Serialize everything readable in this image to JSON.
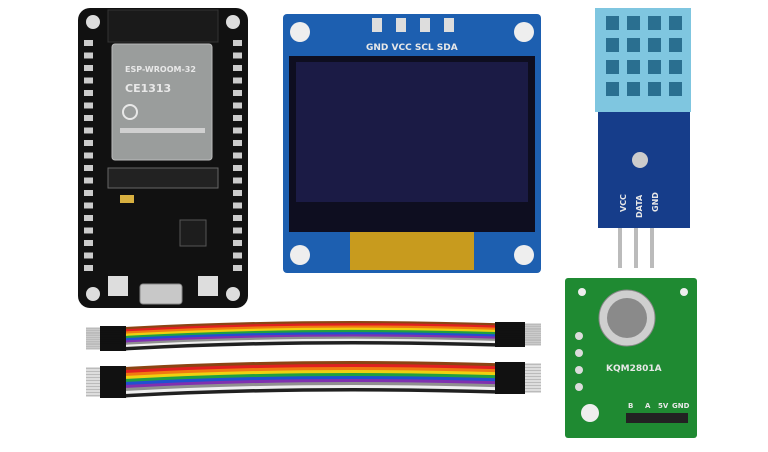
{
  "esp32": {
    "module_name": "ESP-WROOM-32",
    "cert": "CE1313",
    "color": "#111111"
  },
  "oled": {
    "pin_labels": "GND VCC SCL SDA",
    "board_color": "#1d5fb0",
    "screen_color": "#1b1b45"
  },
  "dht11": {
    "pin_labels": [
      "VCC",
      "DATA",
      "GND"
    ],
    "housing_color": "#7fc6e0",
    "board_color": "#163d8a"
  },
  "gas_sensor": {
    "model": "KQM2801A",
    "pin_labels": [
      "B",
      "A",
      "5V",
      "GND"
    ],
    "board_color": "#1f8a32"
  },
  "jumper_wires": {
    "colors": [
      "#8b4513",
      "#e02020",
      "#f07a10",
      "#f0d010",
      "#20a040",
      "#2050d0",
      "#8030b0",
      "#909090",
      "#f0f0f0",
      "#202020"
    ]
  }
}
